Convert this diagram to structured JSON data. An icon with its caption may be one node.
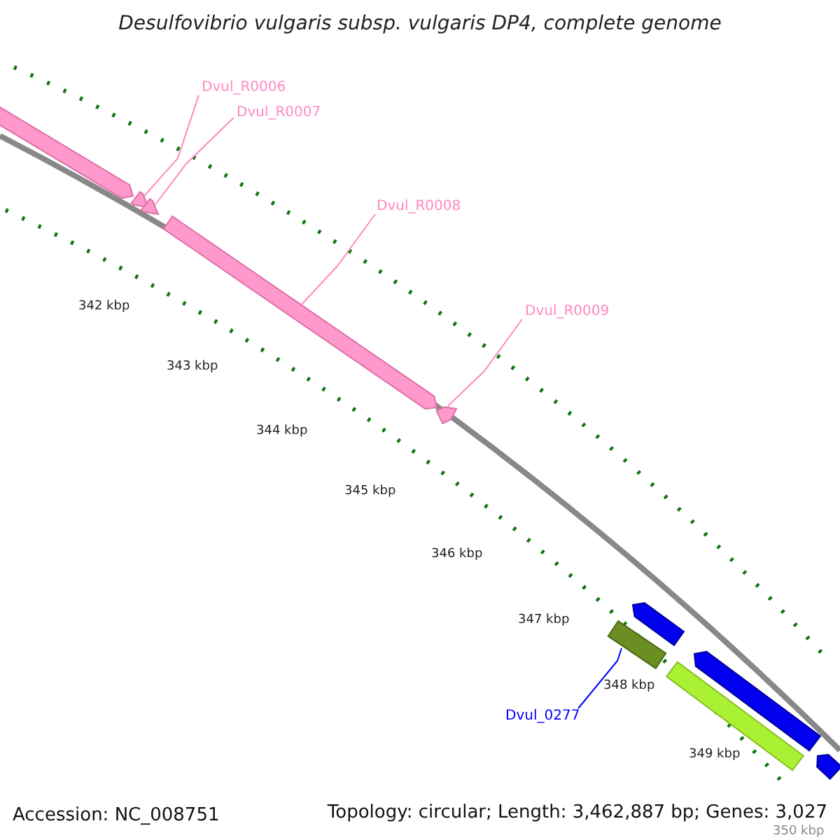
{
  "diagram": {
    "title": "Desulfovibrio vulgaris subsp. vulgaris DP4, complete genome",
    "nodes": [
      {
        "text": [
          "Dvul_R0006"
        ]
      },
      {
        "text": [],
        "shape": "bar"
      },
      {
        "text": [
          "Dvul_R0007"
        ]
      },
      {
        "text": [],
        "shape": "bar"
      },
      {
        "text": [
          "Dvul_R0008"
        ]
      },
      {
        "text": [],
        "shape": "bar"
      },
      {
        "text": [
          "Dvul_R0009"
        ]
      },
      {
        "text": [],
        "shape": "bar"
      },
      {
        "text": [
          "Dvul_0277"
        ]
      },
      {
        "text": [],
        "shape": "bar"
      },
      {
        "text": [],
        "shape": "bar"
      },
      {
        "text": [],
        "shape": "bar"
      },
      {
        "text": [],
        "shape": "bar"
      },
      {
        "text": [],
        "shape": "bar"
      },
      {
        "text": [],
        "shape": "bar"
      }
    ],
    "edges": [
      {
        "from": 0,
        "to": 1,
        "arrow": "none"
      },
      {
        "from": 2,
        "to": 3,
        "arrow": "none"
      },
      {
        "from": 4,
        "to": 5,
        "arrow": "none"
      },
      {
        "from": 6,
        "to": 7,
        "arrow": "none"
      },
      {
        "from": 8,
        "to": 9,
        "arrow": "none",
        "color": "#0000ff"
      }
    ],
    "labels": [
      "342 kbp",
      "343 kbp",
      "344 kbp",
      "345 kbp",
      "346 kbp",
      "347 kbp",
      "348 kbp",
      "349 kbp",
      "350 kbp",
      "Accession: NC_008751",
      "Topology: circular; Length: 3,462,887 bp; Genes: 3,027"
    ]
  }
}
